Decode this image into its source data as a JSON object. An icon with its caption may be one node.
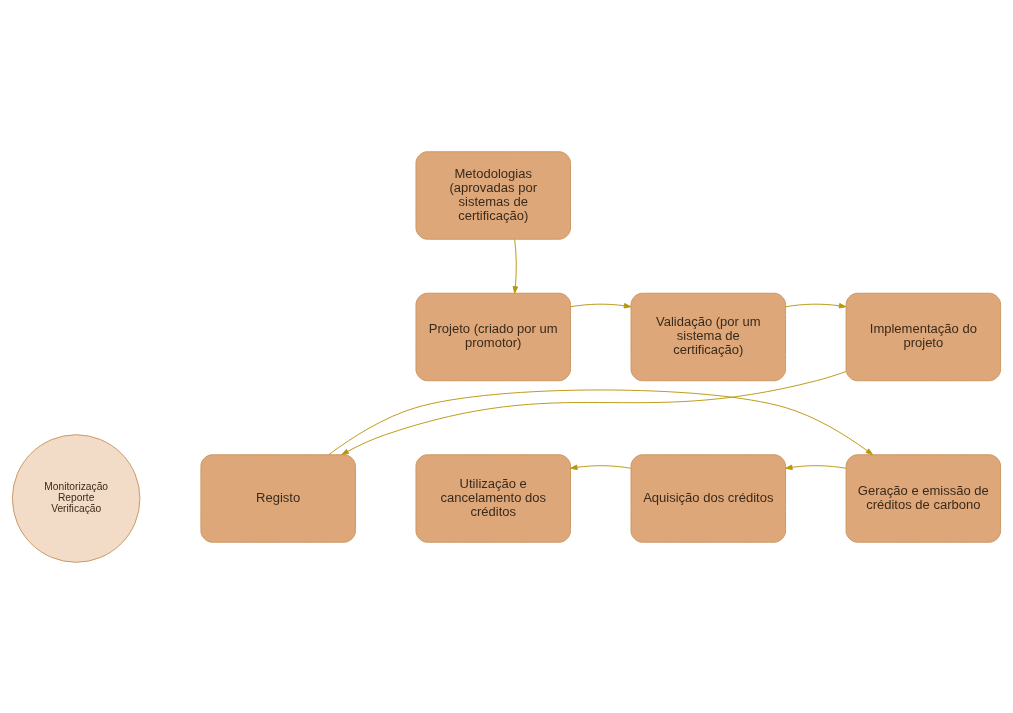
{
  "diagram": {
    "nodes": [
      {
        "text": [
          "Metodologias (aprovadas por sistemas de certificação)"
        ]
      },
      {
        "text": [
          "Projeto (criado por um promotor)"
        ]
      },
      {
        "text": [
          "Validação (por um sistema de certificação)"
        ]
      },
      {
        "text": [
          "Implementação do projeto"
        ]
      },
      {
        "text": [
          "Registo"
        ]
      },
      {
        "text": [
          "Monitorização Reporte Verificação"
        ]
      },
      {
        "text": [
          "Geração e emissão de créditos de carbono"
        ]
      },
      {
        "text": [
          "Aquisição dos créditos"
        ]
      },
      {
        "text": [
          "Utilização e cancelamento dos créditos"
        ]
      }
    ],
    "edges": [
      {
        "from": 0,
        "to": 1,
        "arrow": "to"
      },
      {
        "from": 1,
        "to": 2,
        "arrow": "to"
      },
      {
        "from": 2,
        "to": 3,
        "arrow": "to"
      },
      {
        "from": 3,
        "to": 4,
        "arrow": "to"
      },
      {
        "from": 4,
        "to": 6,
        "arrow": "to"
      },
      {
        "from": 6,
        "to": 7,
        "arrow": "to"
      },
      {
        "from": 7,
        "to": 8,
        "arrow": "to"
      }
    ]
  }
}
